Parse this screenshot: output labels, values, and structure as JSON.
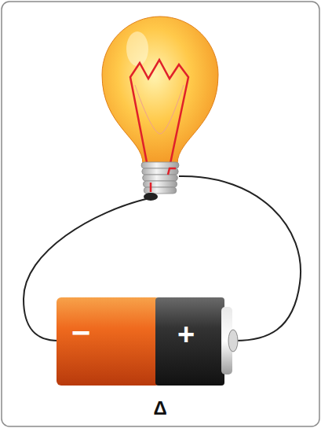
{
  "diagram": {
    "labels": [
      "−",
      "+",
      "Δ"
    ]
  }
}
